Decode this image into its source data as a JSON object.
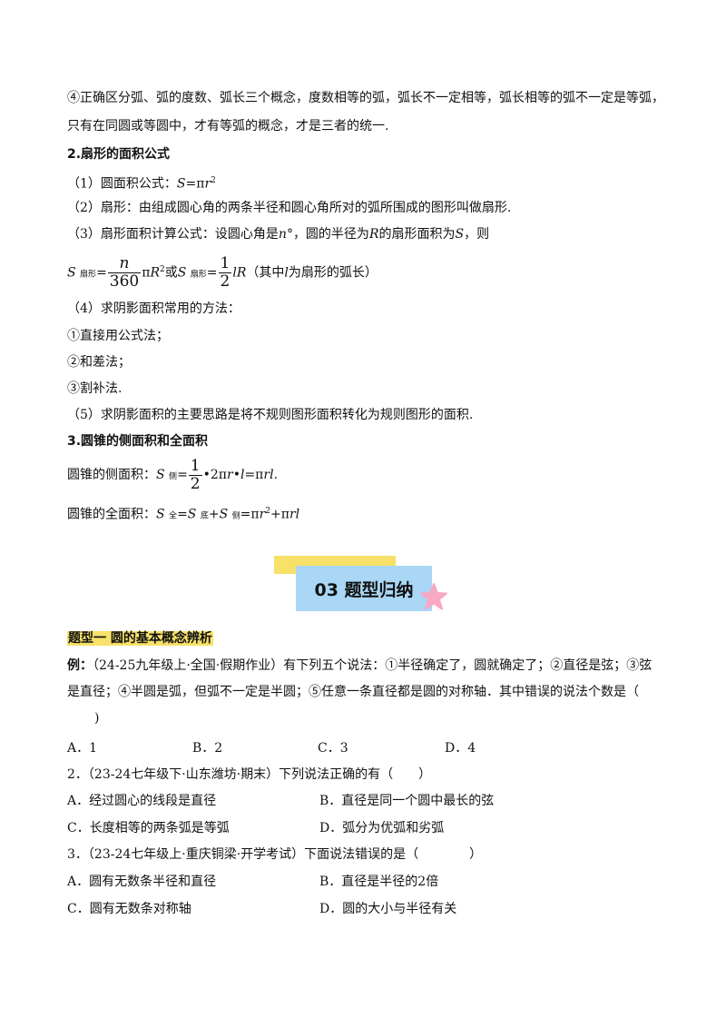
{
  "s1": {
    "p4_line1": "④正确区分弧、弧的度数、弧长三个概念，度数相等的弧，弧长不一定相等，弧长相等的弧不一定是等弧，",
    "p4_line2": "只有在同圆或等圆中，才有等弧的概念，才是三者的统一."
  },
  "s2": {
    "heading": "2.扇形的面积公式",
    "item1": "（1）圆面积公式：",
    "item1_S": "S",
    "item1_eq": "=π",
    "item1_r": "r",
    "item1_exp": "2",
    "item2": "（2）扇形：由组成圆心角的两条半径和圆心角所对的弧所围成的图形叫做扇形.",
    "item3_a": "（3）扇形面积计算公式：设圆心角是",
    "item3_n": "n",
    "item3_b": "°，圆的半径为",
    "item3_R": "R",
    "item3_c": "的扇形面积为",
    "item3_S": "S",
    "item3_d": "，则",
    "formula": {
      "S": "S",
      "sub": "扇形",
      "eq": "=",
      "num1": "n",
      "den1": "360",
      "pi": "π",
      "R": "R",
      "exp": "2",
      "or": "或",
      "num2": "1",
      "den2": "2",
      "lR": "lR",
      "note_a": "（其中",
      "note_l": "l",
      "note_b": "为扇形的弧长）"
    },
    "item4": "（4）求阴影面积常用的方法：",
    "m1": "①直接用公式法；",
    "m2": "②和差法；",
    "m3": "③割补法.",
    "item5": "（5）求阴影面积的主要思路是将不规则图形面积转化为规则图形的面积."
  },
  "s3": {
    "heading": "3.圆锥的侧面积和全面积",
    "lateral_label": "圆锥的侧面积：",
    "lateral": {
      "S": "S",
      "sub": "侧",
      "eq": "=",
      "num": "1",
      "den": "2",
      "rest": "•2π",
      "r": "r",
      "dot": "•",
      "l": "l",
      "eq2": "=π",
      "rl": "rl",
      "end": "."
    },
    "total_label": "圆锥的全面积：",
    "total": {
      "S1": "S",
      "sub1": "全",
      "eq": "=",
      "S2": "S",
      "sub2": "底",
      "plus": "+",
      "S3": "S",
      "sub3": "侧",
      "eq2": "=π",
      "r": "r",
      "exp": "2",
      "plus2": "+π",
      "rl": "rl"
    }
  },
  "banner": {
    "title": "03 题型归纳"
  },
  "q": {
    "type_label": "题型一 圆的基本概念辨析",
    "ex_label": "例：",
    "ex_line1": "（24-25九年级上·全国·假期作业）有下列五个说法：①半径确定了，圆就确定了；②直径是弦；③弦",
    "ex_line2": "是直径；④半圆是弧，但弧不一定是半圆；⑤任意一条直径都是圆的对称轴．其中错误的说法个数是（",
    "ex_line3": ")",
    "ex_opts": [
      "A．1",
      "B．2",
      "C．3",
      "D．4"
    ],
    "q2_stem": "2．（23-24七年级下·山东潍坊·期末）下列说法正确的有（　　）",
    "q2_opts": [
      "A．经过圆心的线段是直径",
      "B．直径是同一个圆中最长的弦",
      "C．长度相等的两条弧是等弧",
      "D．弧分为优弧和劣弧"
    ],
    "q3_stem": "3．（23-24七年级上·重庆铜梁·开学考试）下面说法错误的是（　　　　）",
    "q3_opts": [
      "A．圆有无数条半径和直径",
      "B．直径是半径的2倍",
      "C．圆有无数条对称轴",
      "D．圆的大小与半径有关"
    ]
  },
  "colors": {
    "banner_yellow": "#f7e168",
    "banner_blue": "#a9d7f5",
    "star_pink": "#f7a8c4",
    "highlight": "#f7e168"
  }
}
